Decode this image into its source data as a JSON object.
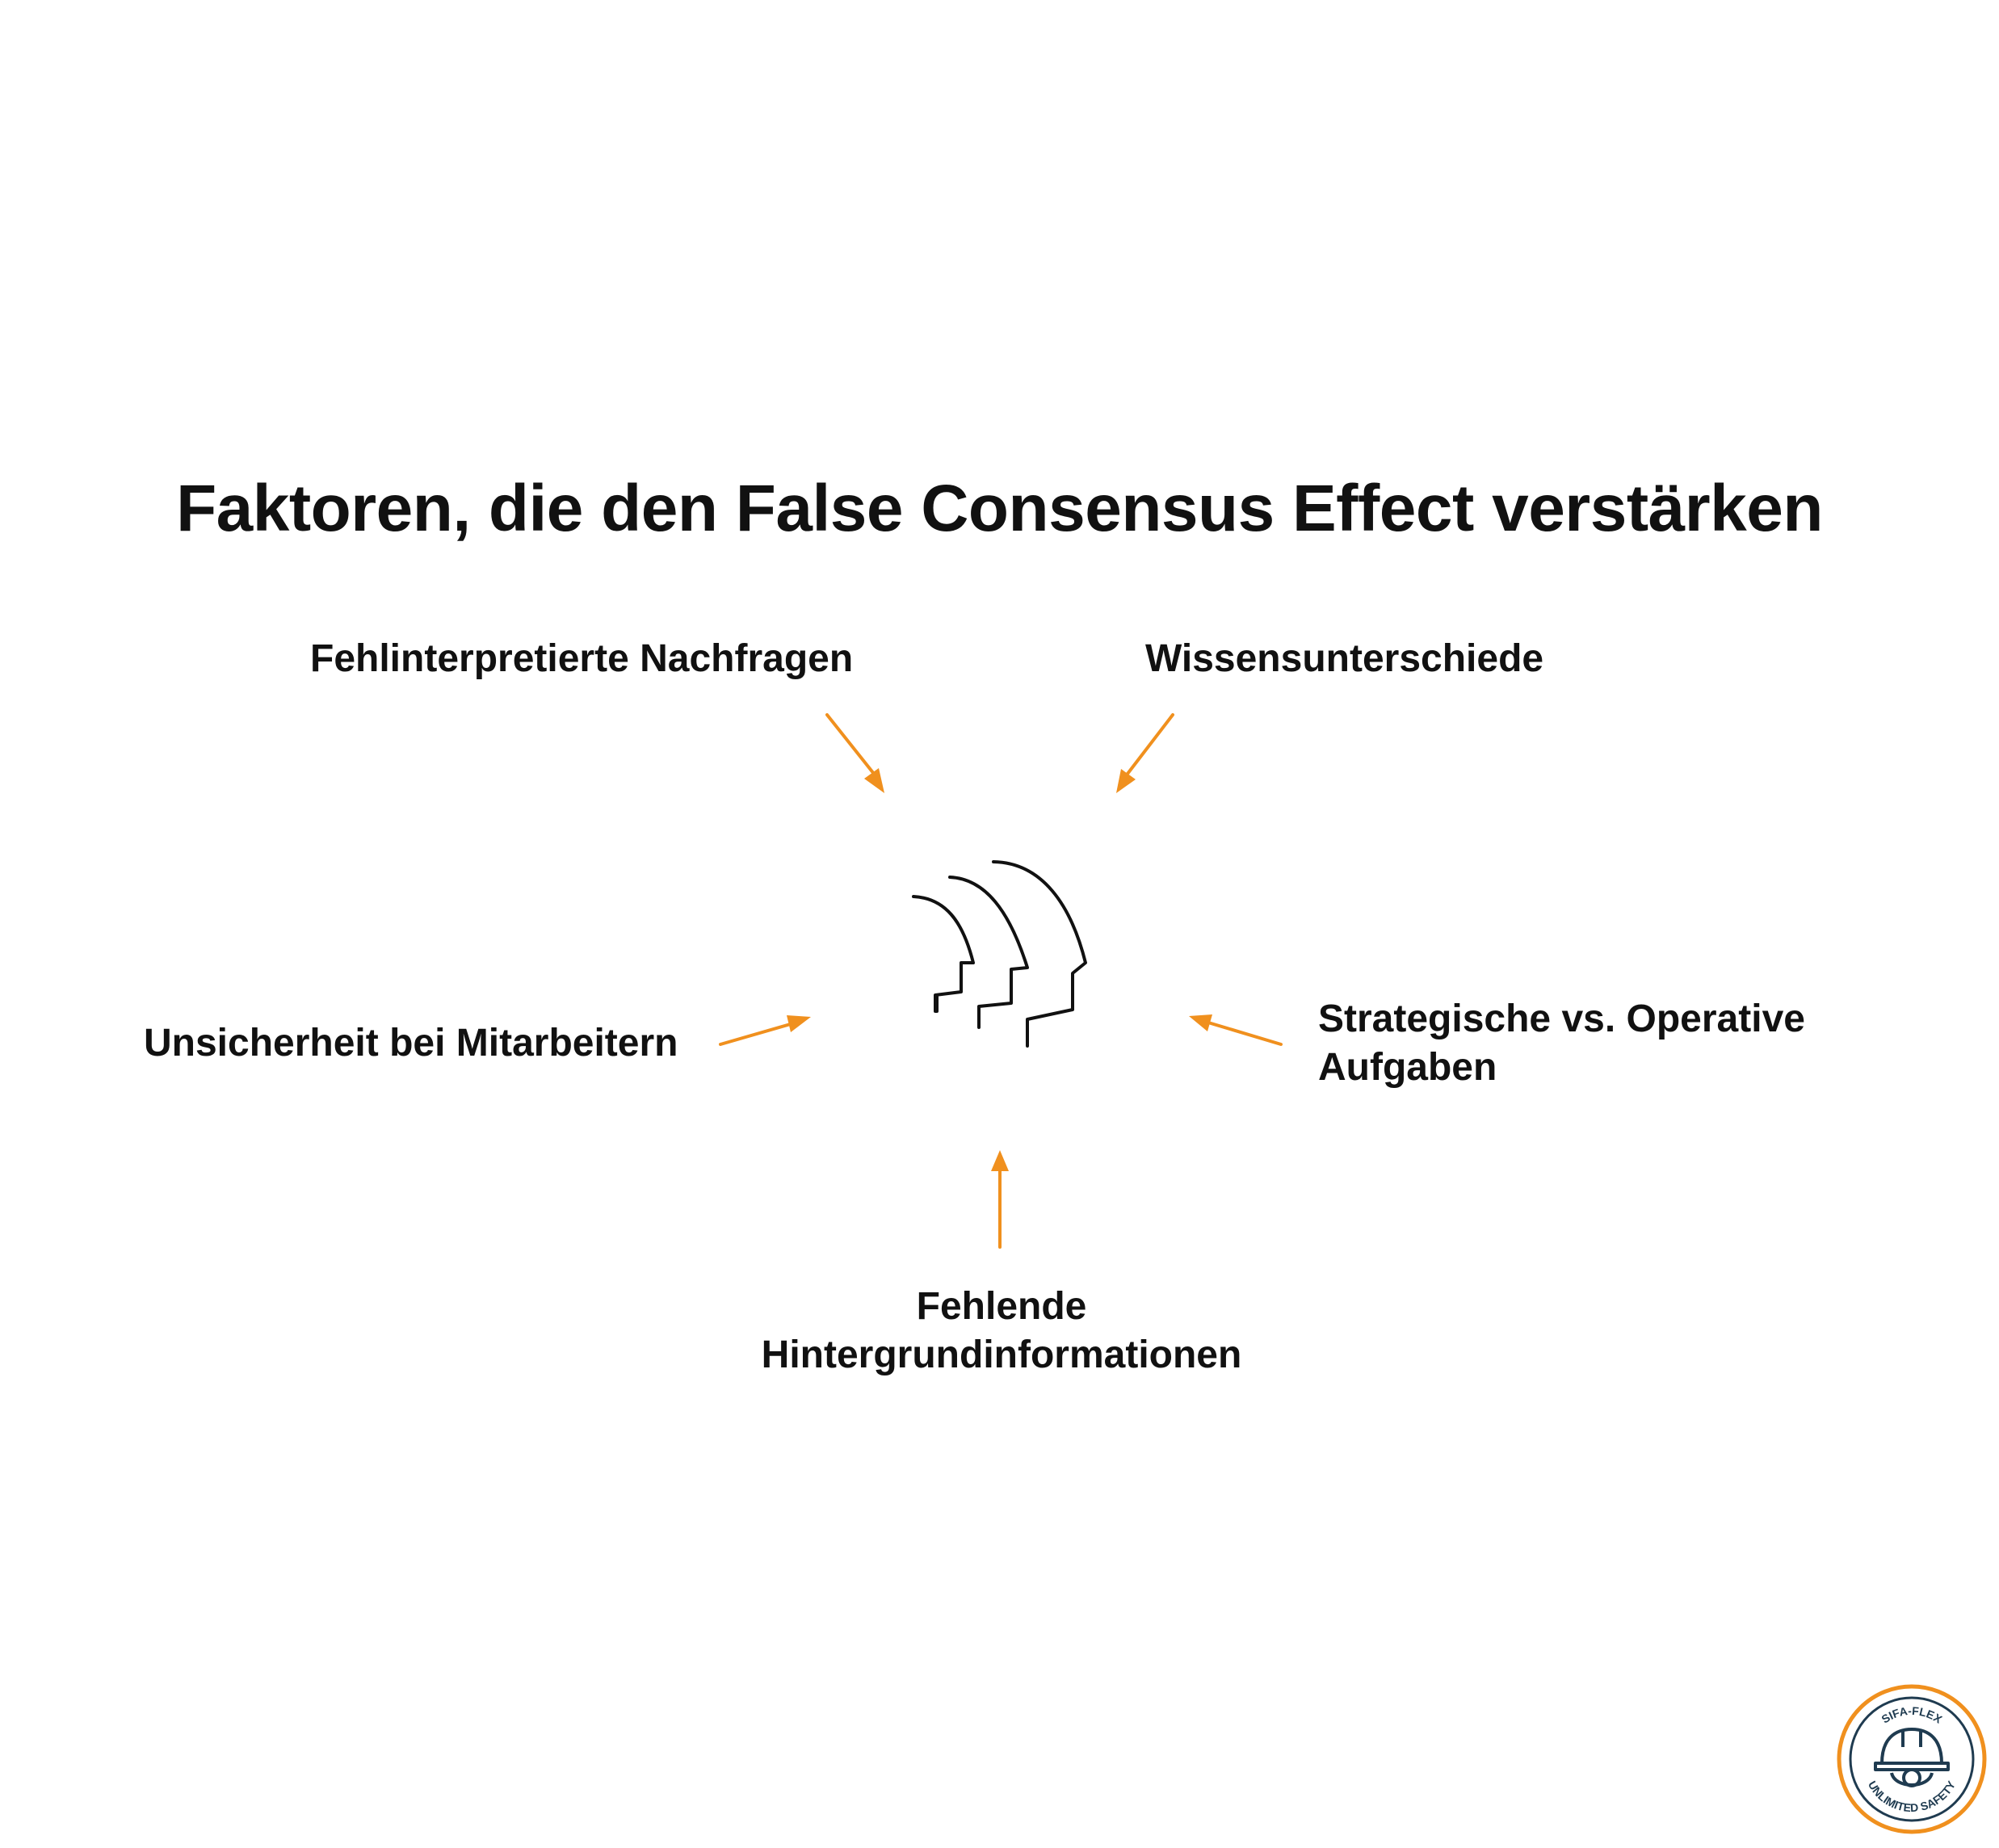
{
  "title": "Faktoren, die den False Consensus Effect verstärken",
  "factors": {
    "top_left": "Fehlinterpretierte Nachfragen",
    "top_right": "Wissensunterschiede",
    "left": "Unsicherheit bei Mitarbeitern",
    "right": "Strategische vs. Operative Aufgaben",
    "bottom": "Fehlende Hintergrundinformationen"
  },
  "center_icon": "three-heads-profile-icon",
  "arrow_color": "#F0901E",
  "logo": {
    "icon": "hard-hat-gear-icon",
    "text_top": "SIFA-FLEX",
    "text_bottom": "UNLIMITED SAFETY",
    "ring_color": "#F0901E"
  }
}
